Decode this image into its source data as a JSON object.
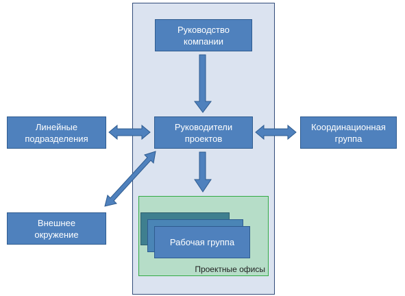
{
  "nodes": {
    "company_management": "Руководство\nкомпании",
    "project_managers": "Руководители\nпроектов",
    "line_departments": "Линейные\nподразделения",
    "coordination_group": "Координационная\nгруппа",
    "external_environment": "Внешнее\nокружение",
    "working_group": "Рабочая группа",
    "project_offices": "Проектные офисы"
  },
  "colors": {
    "box_fill": "#4f81bd",
    "panel_fill": "#dbe3f0",
    "offices_fill": "#b6ddc8",
    "offices_border": "#33aa44"
  }
}
